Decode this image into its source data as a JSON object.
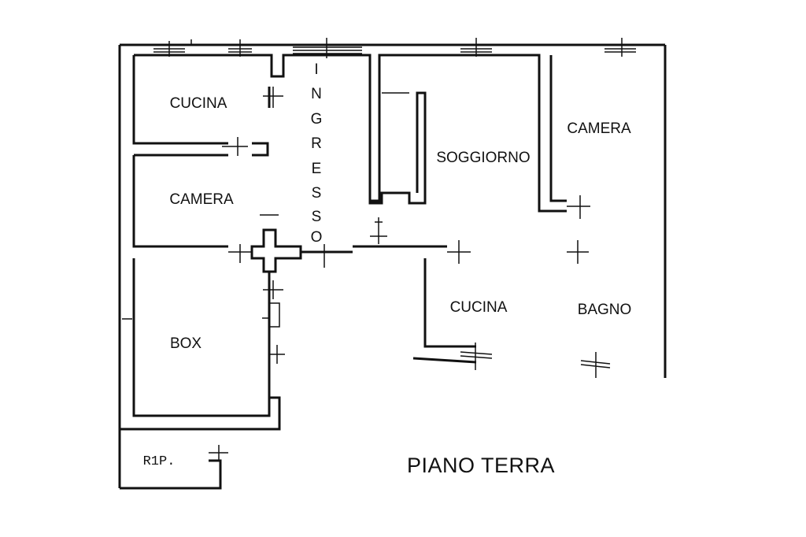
{
  "plan": {
    "title": "PIANO TERRA",
    "rooms": {
      "cucina_left": "CUCINA",
      "camera_left": "CAMERA",
      "ingresso_letters": [
        "I",
        "N",
        "G",
        "R",
        "E",
        "S",
        "S",
        "O"
      ],
      "soggiorno": "SOGGIORNO",
      "camera_right": "CAMERA",
      "cucina_right": "CUCINA",
      "bagno": "BAGNO",
      "box": "BOX",
      "rip": "R1P."
    }
  },
  "colors": {
    "wall": "#111111",
    "background": "#ffffff"
  }
}
